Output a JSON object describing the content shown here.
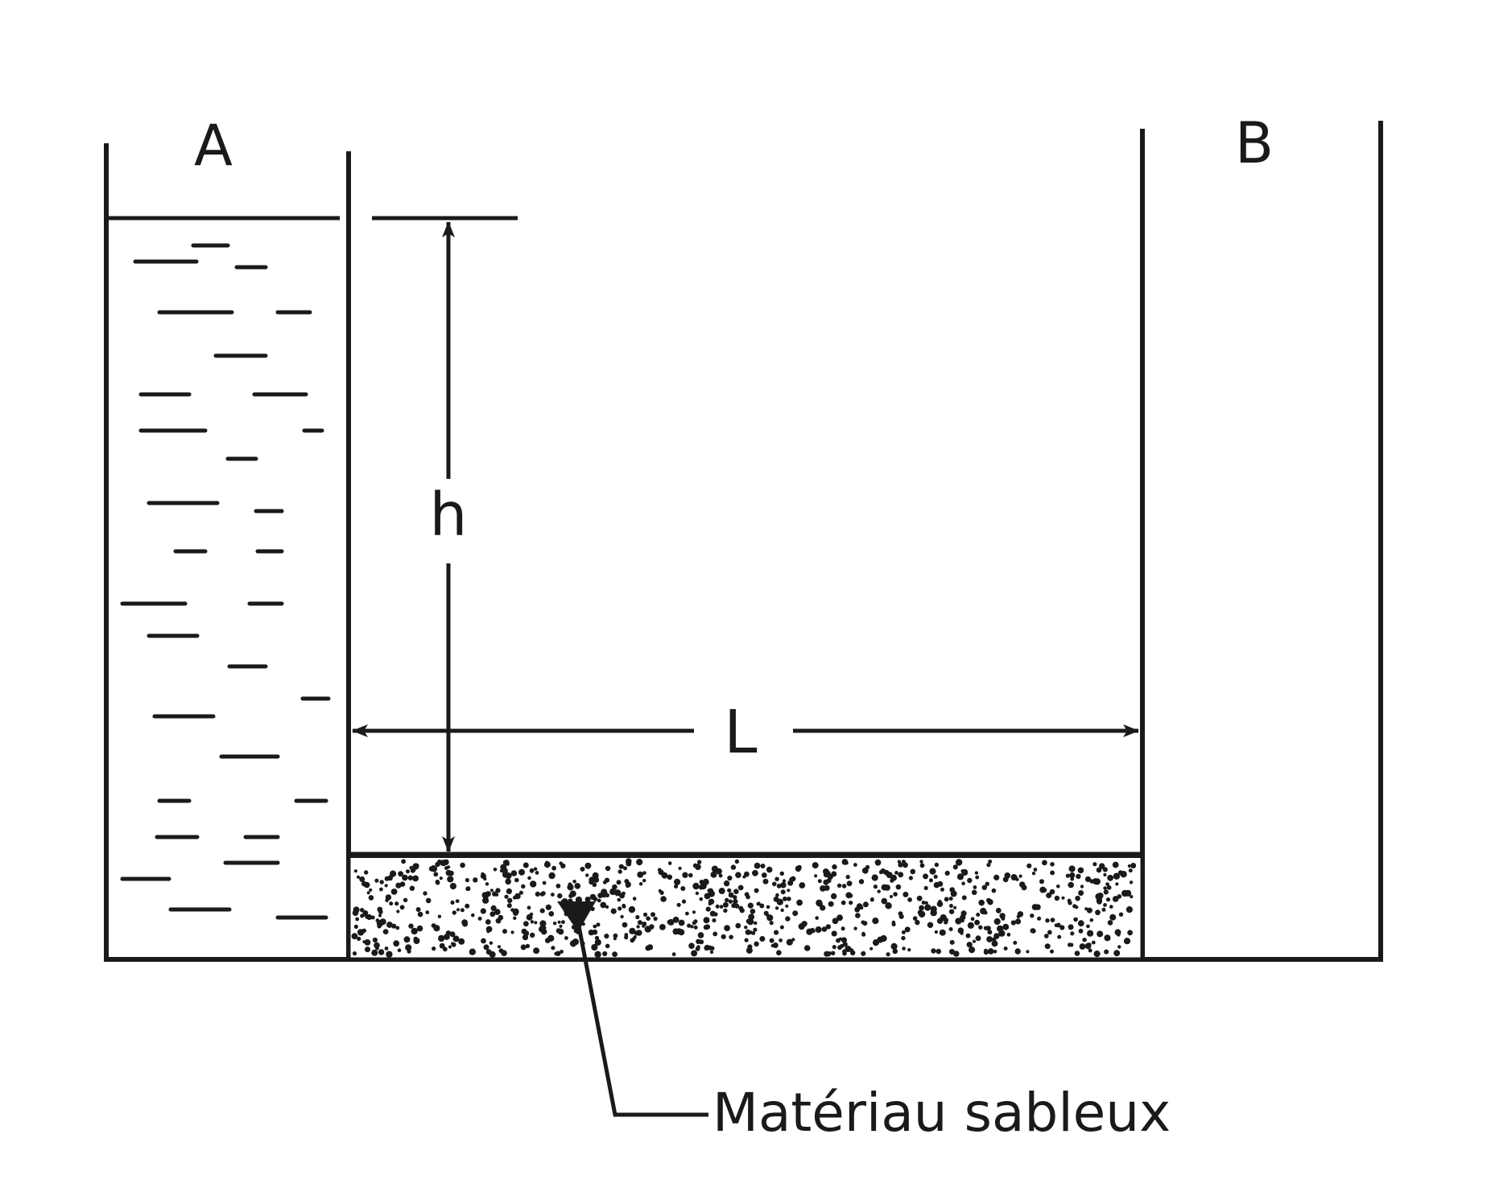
{
  "labels": {
    "tank_a": "A",
    "tank_b": "B",
    "height": "h",
    "length": "L",
    "material": "Matériau sableux"
  },
  "colors": {
    "ink": "#1a1a1a",
    "background": "#ffffff"
  }
}
